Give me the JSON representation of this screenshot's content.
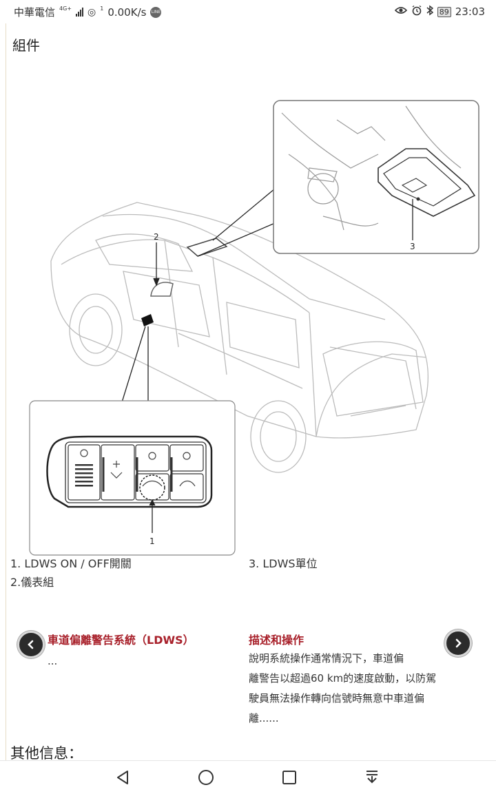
{
  "status_bar": {
    "carrier": "中華電信",
    "network": "4G+",
    "hotspot_count": "1",
    "speed": "0.00K/s",
    "line_icon": "LINE",
    "battery": "89",
    "time": "23:03"
  },
  "content": {
    "section_title": "組件",
    "figure_labels": {
      "c1": "1",
      "c2": "2",
      "c3": "3"
    },
    "legend": [
      {
        "text": "1. LDWS ON / OFF開關"
      },
      {
        "text": "3. LDWS單位"
      },
      {
        "text": "2.儀表組"
      }
    ],
    "prev": {
      "title": "車道偏離警告系統（LDWS）",
      "desc": "..."
    },
    "next": {
      "title": "描述和操作",
      "desc_lines": [
        "說明系統操作通常情況下，車道偏",
        "離警告以超過60 km的速度啟動，以防駕",
        "駛員無法操作轉向信號時無意中車道偏",
        "離......"
      ]
    },
    "more_info": "其他信息："
  },
  "colors": {
    "accent": "#a8202a",
    "nav_arrow": "#2b2b2b",
    "border": "#e6dcc6"
  }
}
